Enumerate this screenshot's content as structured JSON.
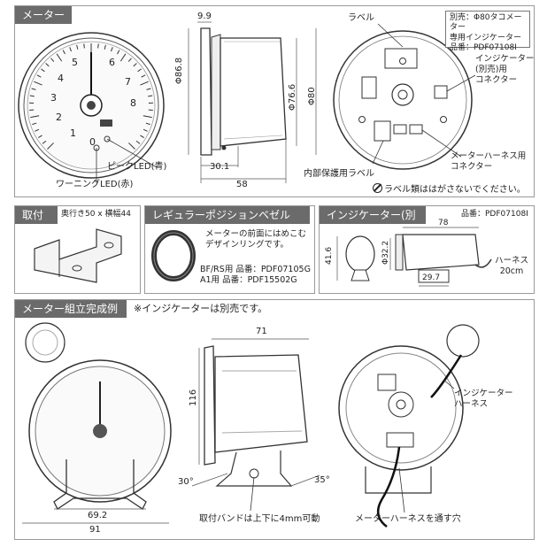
{
  "meter": {
    "header": "メーター",
    "spec_box": [
      "別売：Φ80タコメーター",
      "専用インジケーター",
      "品番：PDF07108I"
    ],
    "dims": {
      "top": "9.9",
      "height": "Φ86.8",
      "face": "Φ76.6",
      "outer": "Φ80",
      "depth_inner": "30.1",
      "depth_total": "58"
    },
    "labels": {
      "peak_led": "ピークLED(青)",
      "warning_led": "ワーニングLED(赤)",
      "label": "ラベル",
      "indicator_connector": [
        "インジケーター",
        "(別売)用",
        "コネクター"
      ],
      "harness_connector": [
        "メーターハーネス用",
        "コネクター"
      ],
      "internal_label": "内部保護用ラベル",
      "no_peel": "ラベル類ははがさないでください。"
    },
    "gauge_nums": [
      "0",
      "1",
      "2",
      "3",
      "4",
      "5",
      "6",
      "7",
      "8"
    ]
  },
  "bracket": {
    "header": "取付金",
    "desc": "奥行き50 x 横幅44"
  },
  "bezel": {
    "header": "レギュラーポジションベゼル(別売)",
    "desc": [
      "メーターの前面にはめこむ",
      "デザインリングです。"
    ],
    "parts": [
      "BF/RS用 品番：PDF07105G",
      "A1用 品番：PDF15502G"
    ]
  },
  "indicator": {
    "header": "インジケーター(別売)",
    "part": "品番：PDF07108I",
    "dims": {
      "length": "78",
      "height": "41.6",
      "dia": "Φ32.2",
      "base": "29.7"
    },
    "harness": [
      "ハーネス",
      "20cm"
    ]
  },
  "assembly": {
    "header": "メーター組立完成例",
    "note": "※インジケーターは別売です。",
    "dims": {
      "width_top": "71",
      "height": "116",
      "base_inner": "69.2",
      "base_outer": "91",
      "angle_left": "30°",
      "angle_right": "35°"
    },
    "labels": {
      "indicator_harness": [
        "インジケーター",
        "ハーネス"
      ],
      "band": "取付バンドは上下に4mm可動",
      "harness_hole": "メーターハーネスを通す穴"
    }
  }
}
